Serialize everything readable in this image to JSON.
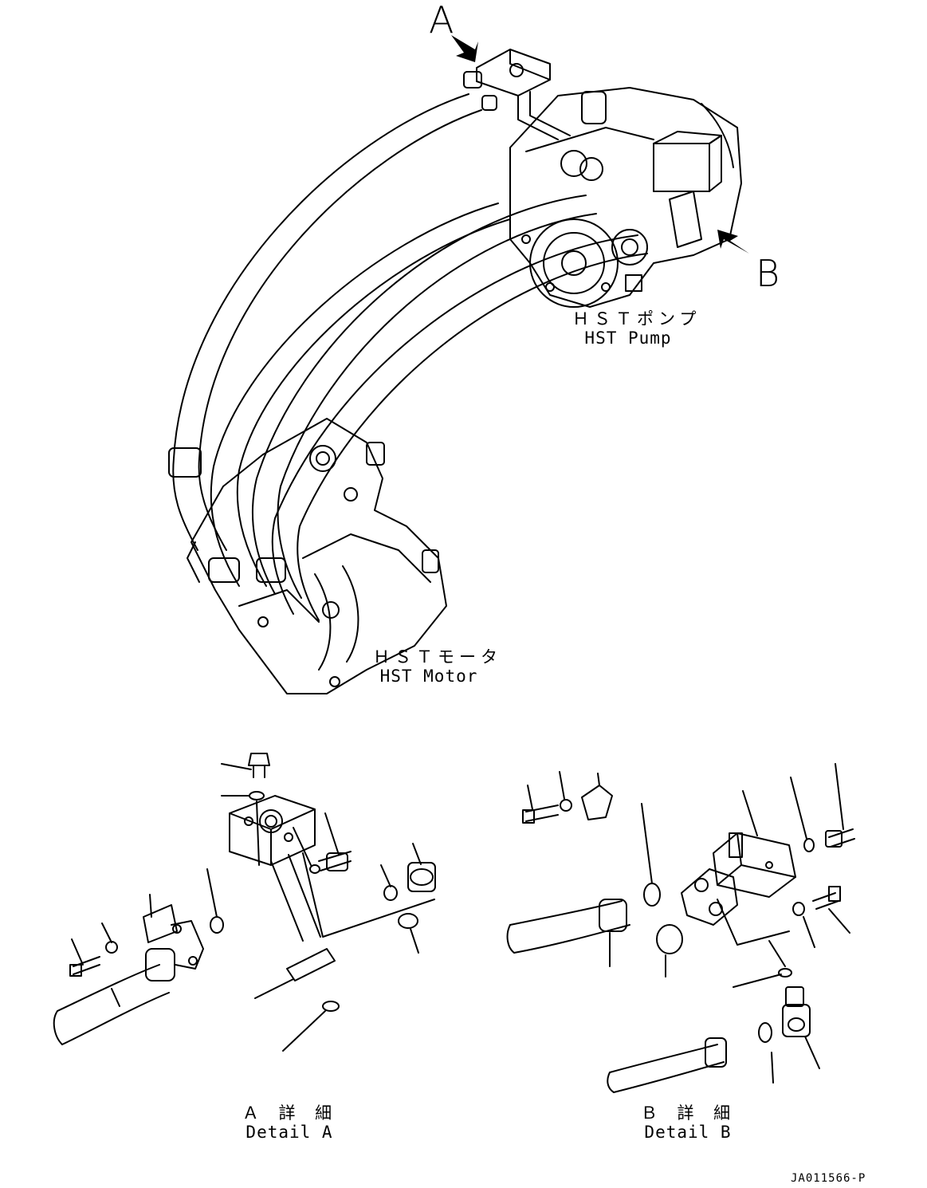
{
  "callouts": {
    "a": "A",
    "b": "B"
  },
  "labels": {
    "pump_jp": "ＨＳＴポンプ",
    "pump_en": "HST Pump",
    "motor_jp": "ＨＳＴモータ",
    "motor_en": "HST Motor",
    "detail_a_jp": "Ａ 詳 細",
    "detail_a_en": "Detail A",
    "detail_b_jp": "Ｂ 詳 細",
    "detail_b_en": "Detail B"
  },
  "drawing_code": "JA011566-P"
}
